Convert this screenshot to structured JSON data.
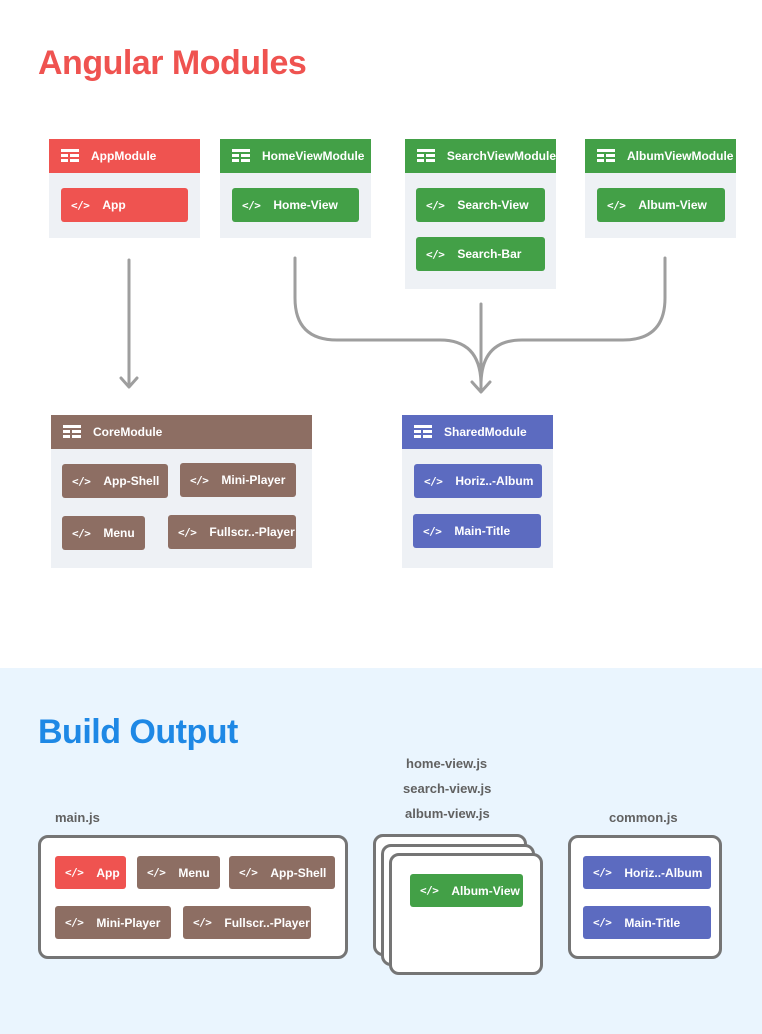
{
  "titles": {
    "modules": "Angular Modules",
    "build": "Build Output"
  },
  "colors": {
    "modules_title": "#ef5350",
    "build_title": "#1e88e5",
    "arrows": "#9e9e9e"
  },
  "modules": {
    "app": {
      "name": "AppModule",
      "components": [
        "App"
      ]
    },
    "homeview": {
      "name": "HomeViewModule",
      "components": [
        "Home-View"
      ]
    },
    "searchview": {
      "name": "SearchViewModule",
      "components": [
        "Search-View",
        "Search-Bar"
      ]
    },
    "albumview": {
      "name": "AlbumViewModule",
      "components": [
        "Album-View"
      ]
    },
    "core": {
      "name": "CoreModule",
      "components": [
        "App-Shell",
        "Mini-Player",
        "Menu",
        "Fullscr..-Player"
      ]
    },
    "shared": {
      "name": "SharedModule",
      "components": [
        "Horiz..-Album",
        "Main-Title"
      ]
    }
  },
  "tag": "</>",
  "build": {
    "main": {
      "file": "main.js",
      "components": [
        "App",
        "Menu",
        "App-Shell",
        "Mini-Player",
        "Fullscr..-Player"
      ]
    },
    "lazy": {
      "files": [
        "home-view.js",
        "search-view.js",
        "album-view.js"
      ],
      "components": [
        "Album-View"
      ]
    },
    "common": {
      "file": "common.js",
      "components": [
        "Horiz..-Album",
        "Main-Title"
      ]
    }
  }
}
